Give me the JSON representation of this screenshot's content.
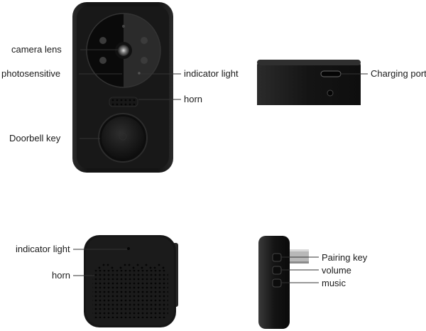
{
  "doorbell": {
    "labels": {
      "camera_lens": "camera lens",
      "photosensitive": "photosensitive",
      "indicator_light": "indicator light",
      "horn": "horn",
      "doorbell_key": "Doorbell key"
    }
  },
  "doorbell_bottom": {
    "labels": {
      "charging_port": "Charging port"
    }
  },
  "chime_front": {
    "labels": {
      "indicator_light": "indicator light",
      "horn": "horn"
    }
  },
  "chime_side": {
    "labels": {
      "pairing_key": "Pairing key",
      "volume": "volume",
      "music": "music"
    }
  },
  "colors": {
    "device_body": "#121212",
    "device_face": "#1c1c1c",
    "leader_line": "#333333"
  }
}
